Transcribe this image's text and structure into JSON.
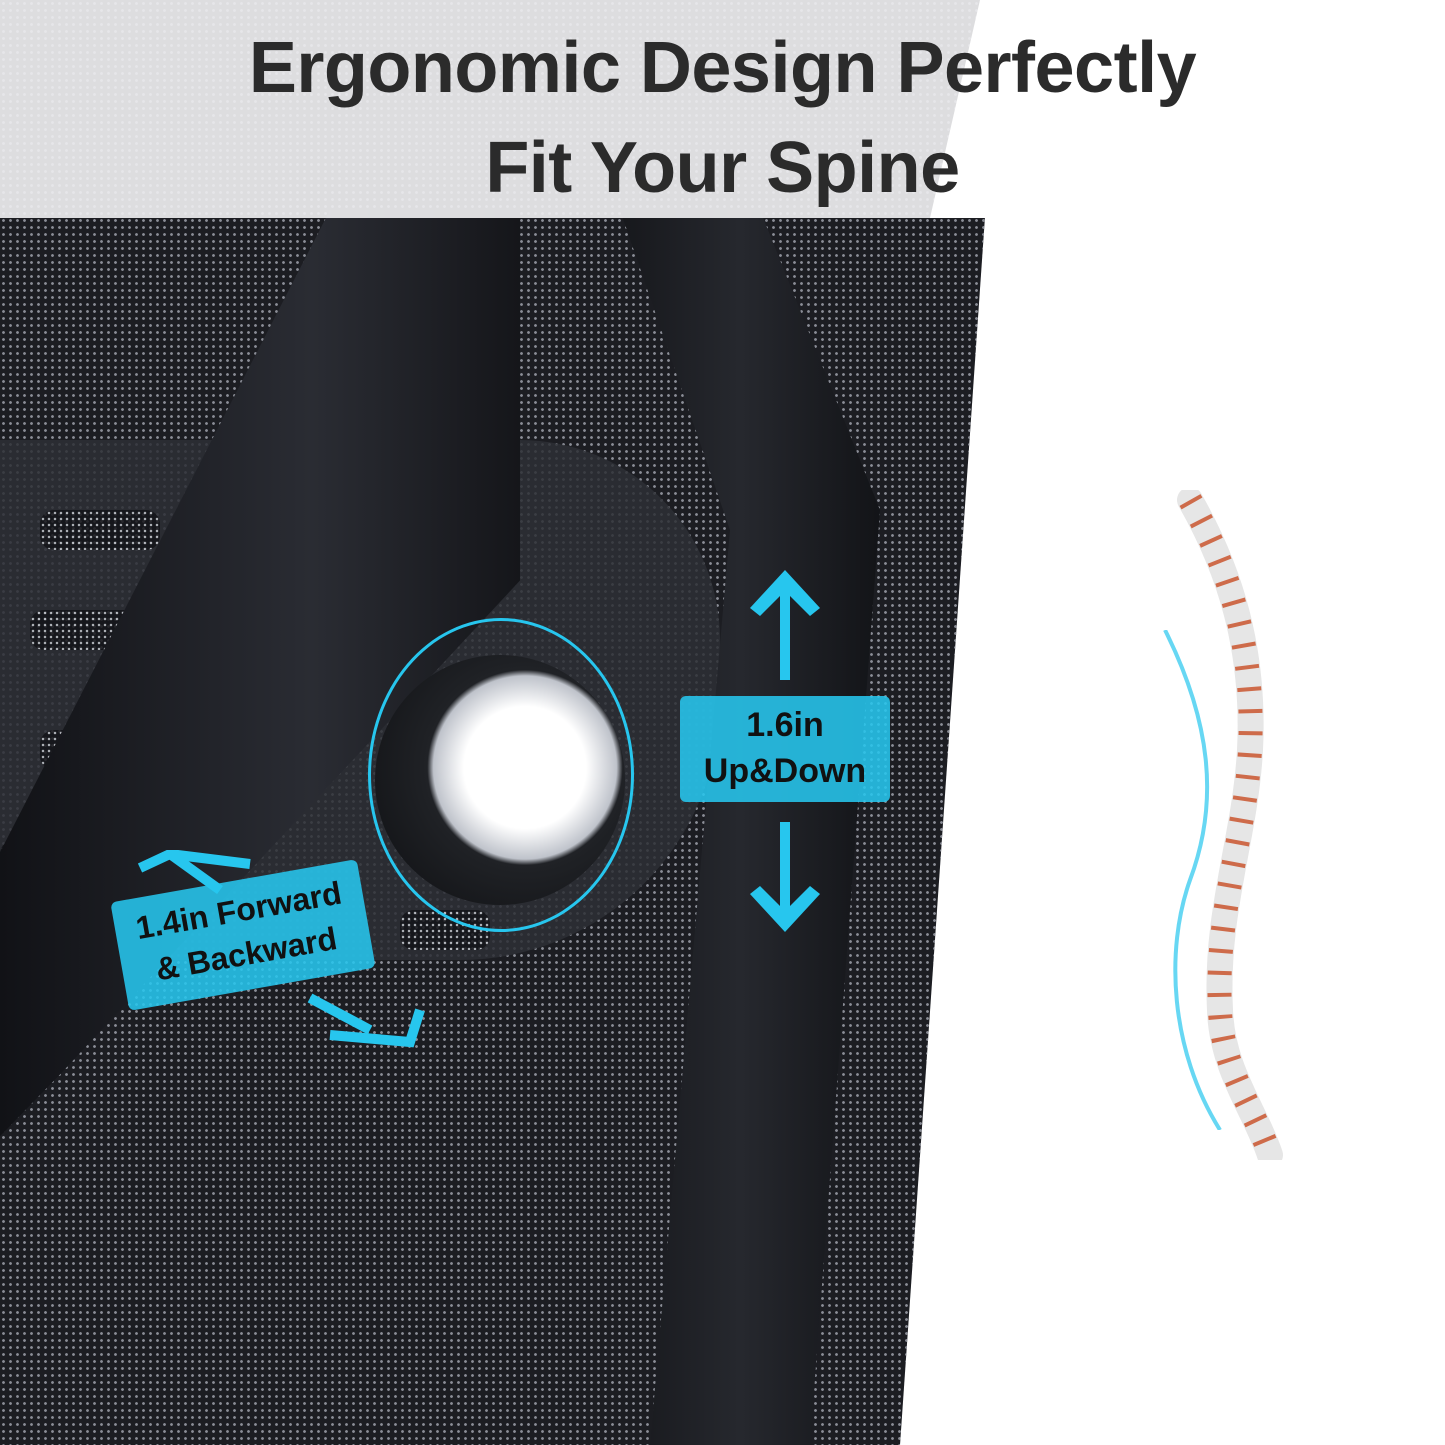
{
  "headline": {
    "line1": "Ergonomic Design Perfectly",
    "line2": "Fit Your Spine"
  },
  "callouts": {
    "vertical": {
      "line1": "1.6in",
      "line2": "Up&Down"
    },
    "depth": {
      "line1": "1.4in Forward",
      "line2": "& Backward"
    }
  },
  "colors": {
    "accent": "#27c6ee",
    "headline_text": "#2b2b2b",
    "chair_frame": "#1c1d22"
  },
  "illustrations": {
    "knob": "lumbar-adjust-knob",
    "spine": "human-spine-illustration",
    "arrows": [
      "up-arrow",
      "down-arrow",
      "rotate-arrows",
      "forward-backward-arrows"
    ]
  }
}
